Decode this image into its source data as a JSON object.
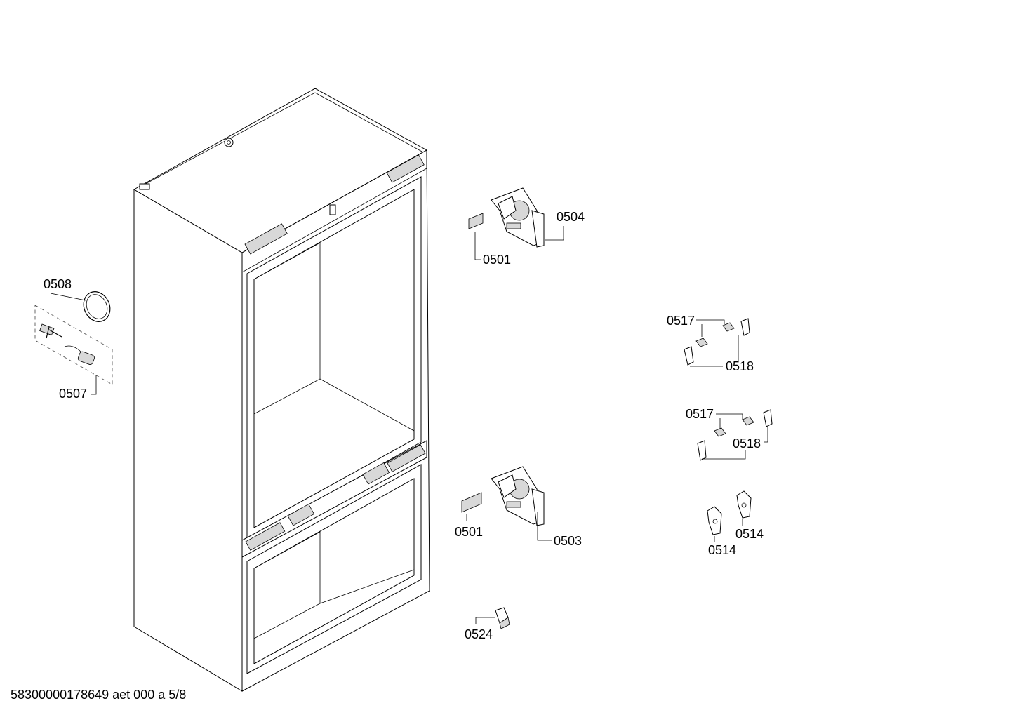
{
  "diagram": {
    "part_labels": [
      "0508",
      "0507",
      "0501",
      "0504",
      "0517",
      "0518",
      "0517",
      "0518",
      "0501",
      "0503",
      "0514",
      "0514",
      "0524"
    ],
    "footer_code": "58300000178649 aet 000 a 5/8"
  },
  "icons": {
    "main_assembly": "refrigerator-housing-icon",
    "hinge_upper": "door-hinge-icon",
    "hinge_lower": "door-hinge-icon",
    "small_brackets": "bracket-icon"
  }
}
